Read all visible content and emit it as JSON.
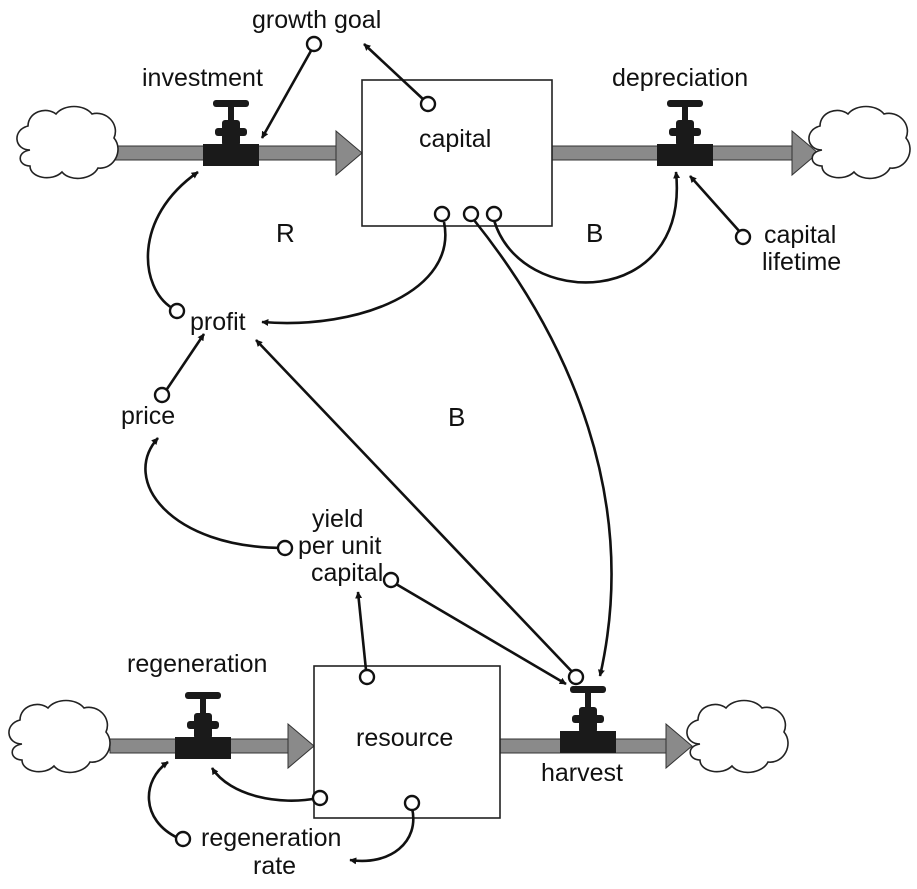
{
  "stocks": {
    "capital": "capital",
    "resource": "resource"
  },
  "flows": {
    "investment": "investment",
    "depreciation": "depreciation",
    "regeneration": "regeneration",
    "harvest": "harvest"
  },
  "variables": {
    "growth_goal": "growth goal",
    "capital_lifetime_line1": "capital",
    "capital_lifetime_line2": "lifetime",
    "profit": "profit",
    "price": "price",
    "yield_line1": "yield",
    "yield_line2": "per unit",
    "yield_line3": "capital",
    "regeneration_rate_line1": "regeneration",
    "regeneration_rate_line2": "rate"
  },
  "loops": {
    "reinforcing": "R",
    "balancing_depreciation": "B",
    "balancing_harvest": "B"
  }
}
